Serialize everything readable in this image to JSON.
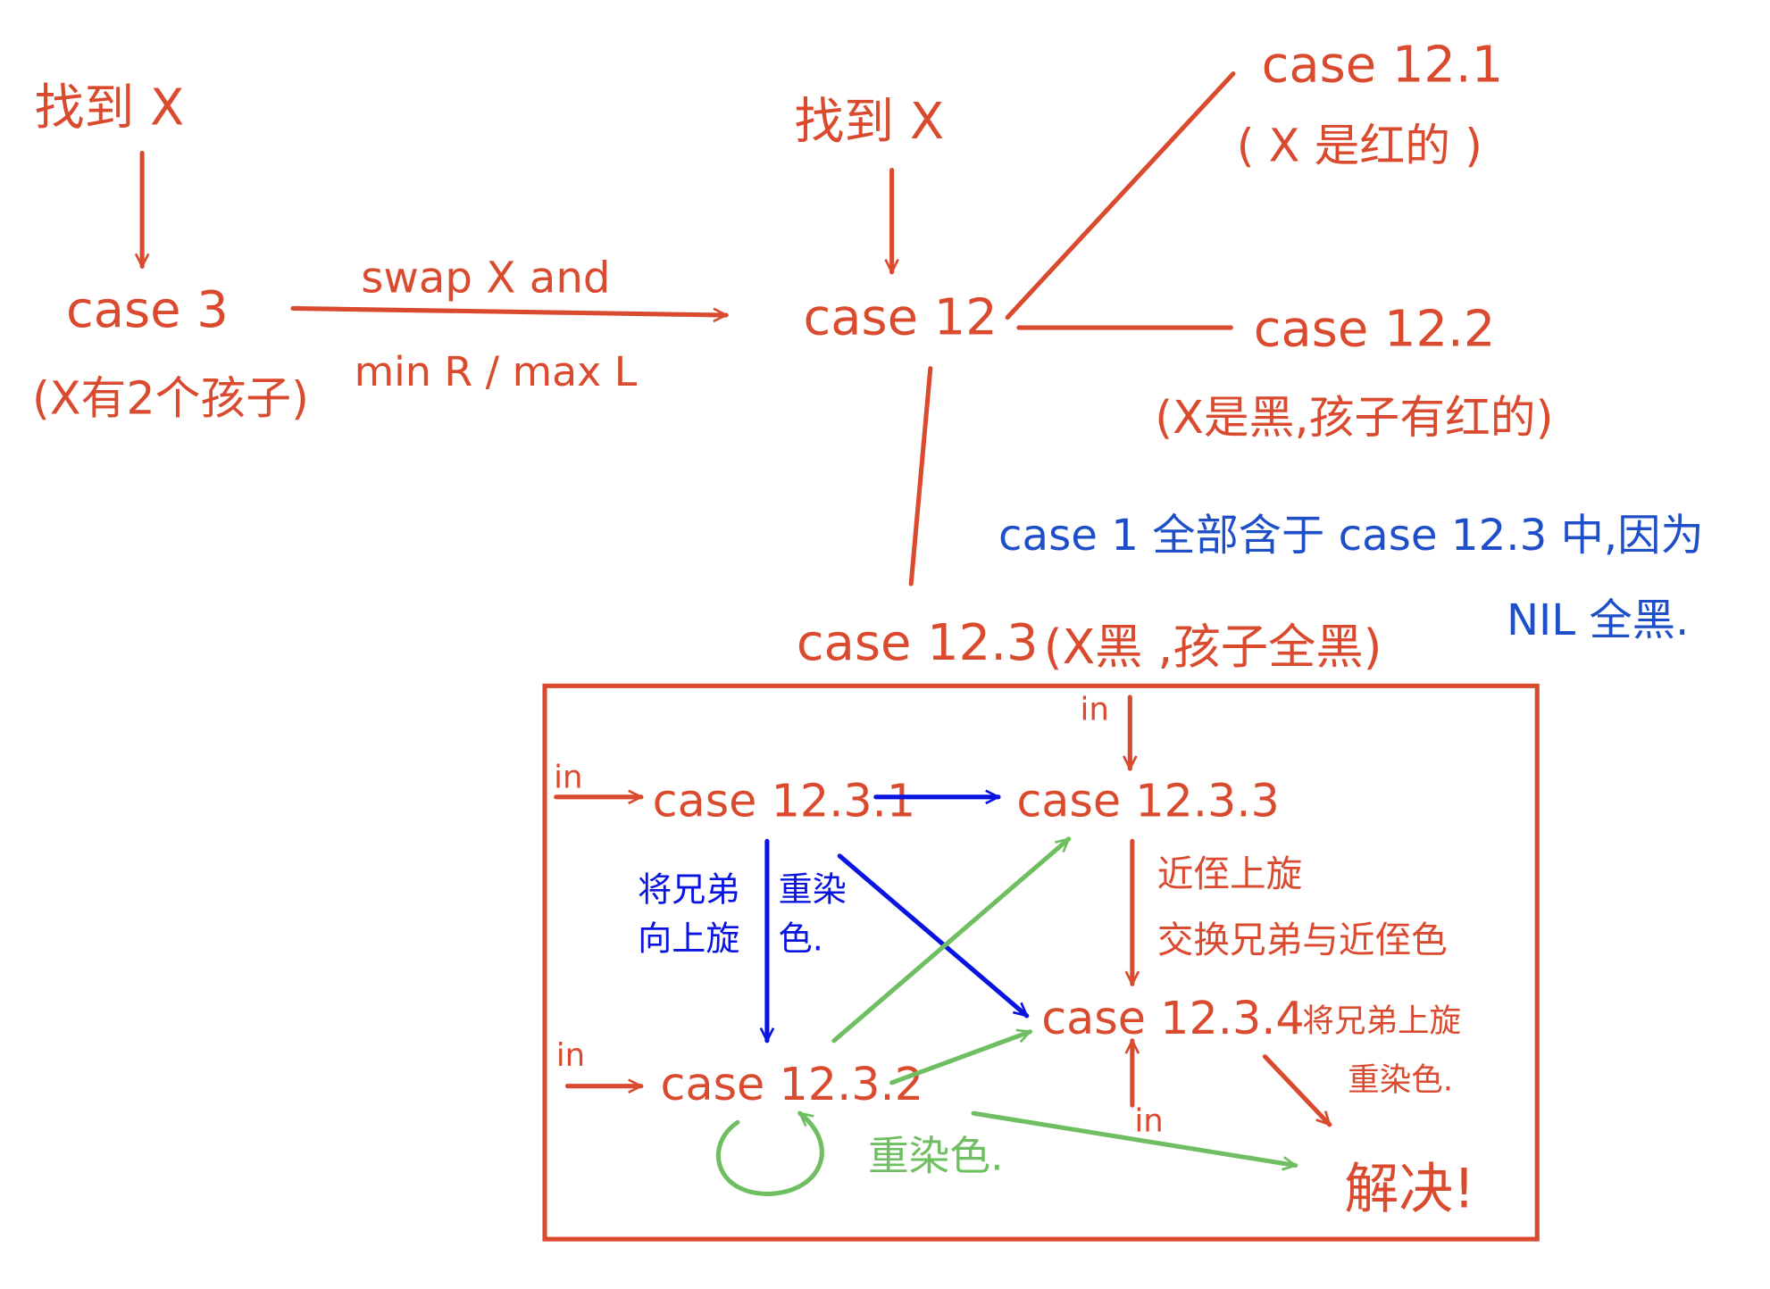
{
  "nodes": {
    "find_x_1": "找到 X",
    "case3": "case 3",
    "case3_desc": "(X有2个孩子)",
    "swap_top": "swap X and",
    "swap_bottom": "min R / max L",
    "find_x_2": "找到 X",
    "case12": "case 12",
    "case12_1": "case 12.1",
    "case12_1_desc": "( X 是红的 )",
    "case12_2": "case 12.2",
    "case12_2_desc": "(X是黑,孩子有红的)",
    "case12_3": "case 12.3",
    "case12_3_desc": "(X黑 ,孩子全黑)",
    "note_line1": "case 1 全部含于 case 12.3 中,因为",
    "note_line2": "NIL 全黑."
  },
  "box": {
    "in_label": "in",
    "case12_3_1": "case 12.3.1",
    "case12_3_2": "case 12.3.2",
    "case12_3_3": "case 12.3.3",
    "case12_3_4": "case 12.3.4",
    "solved": "解决!",
    "rotate_sibling_up_1": "将兄弟",
    "rotate_sibling_up_2": "向上旋",
    "recolor_1": "重染",
    "recolor_2": "色.",
    "near_rotate": "近侄上旋",
    "swap_colors": "交换兄弟与近侄色",
    "sibling_up_1": "将兄弟上旋",
    "sibling_up_2": "重染色.",
    "recolor_green": "重染色."
  },
  "colors": {
    "red": "#d94a2e",
    "blue": "#1f4fc8",
    "inner_blue": "#0a14e0",
    "green": "#6fbf62"
  }
}
